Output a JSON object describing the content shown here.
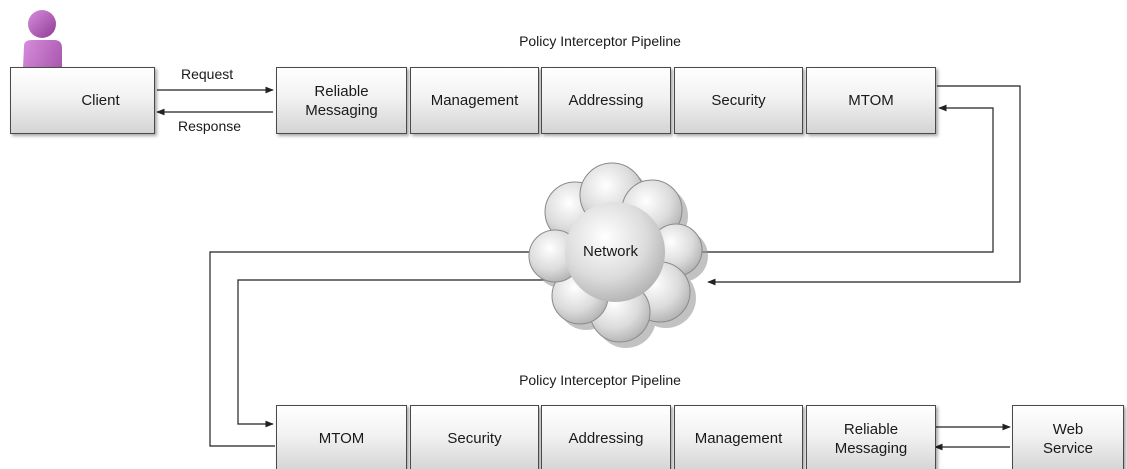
{
  "actor": {
    "icon": "user-person-icon",
    "color": "#b34fb8"
  },
  "client": {
    "label": "Client"
  },
  "messages": {
    "request": "Request",
    "response": "Response"
  },
  "top_pipeline": {
    "title": "Policy Interceptor Pipeline",
    "stages": [
      {
        "line1": "Reliable",
        "line2": "Messaging"
      },
      {
        "line1": "Management",
        "line2": ""
      },
      {
        "line1": "Addressing",
        "line2": ""
      },
      {
        "line1": "Security",
        "line2": ""
      },
      {
        "line1": "MTOM",
        "line2": ""
      }
    ]
  },
  "network": {
    "label": "Network",
    "icon": "cloud-icon"
  },
  "bottom_pipeline": {
    "title": "Policy Interceptor Pipeline",
    "stages": [
      {
        "line1": "MTOM",
        "line2": ""
      },
      {
        "line1": "Security",
        "line2": ""
      },
      {
        "line1": "Addressing",
        "line2": ""
      },
      {
        "line1": "Management",
        "line2": ""
      },
      {
        "line1": "Reliable",
        "line2": "Messaging"
      }
    ]
  },
  "web_service": {
    "line1": "Web",
    "line2": "Service"
  },
  "colors": {
    "box_border": "#4a4a4a",
    "box_fill_top": "#ffffff",
    "box_fill_bottom": "#d4d4d4",
    "connector": "#222222",
    "cloud_fill": "#d9d9d9"
  }
}
